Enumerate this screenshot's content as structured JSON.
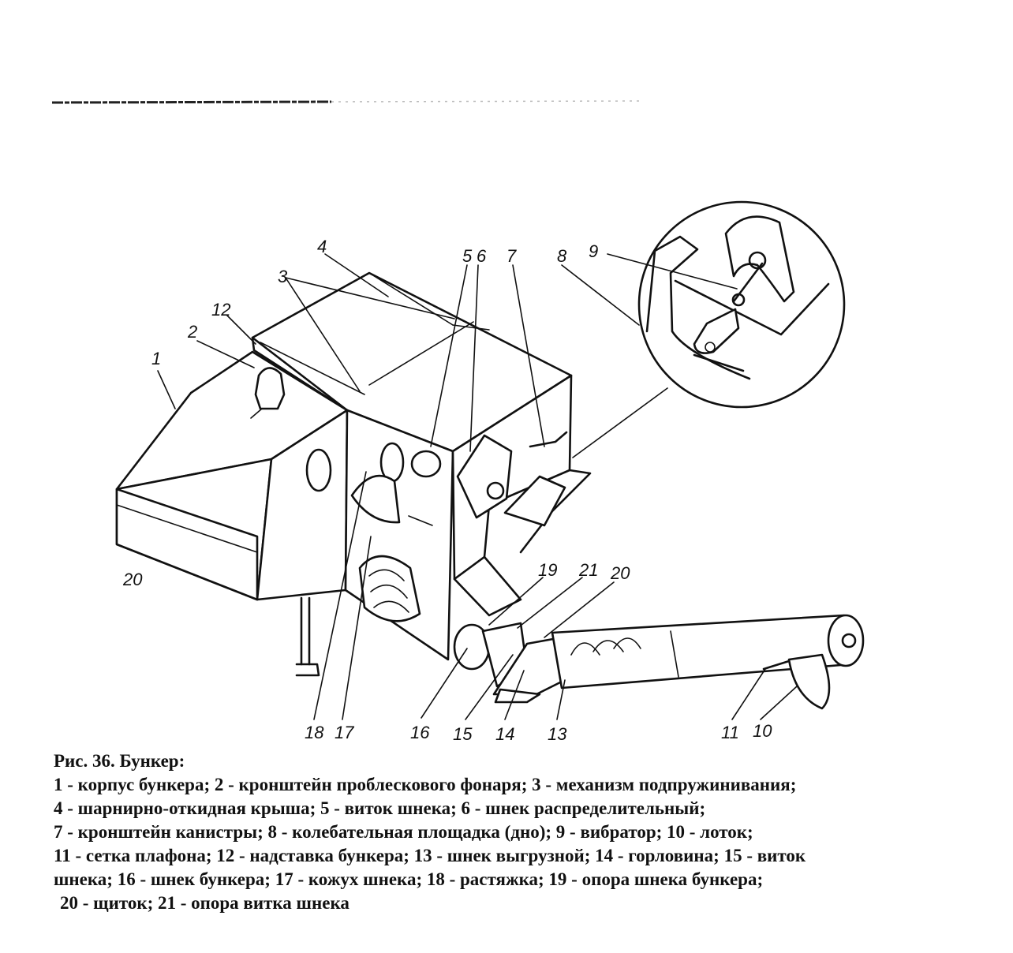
{
  "callouts": {
    "c1": "1",
    "c2": "2",
    "c3": "3",
    "c4": "4",
    "c5": "5",
    "c6": "6",
    "c7": "7",
    "c8": "8",
    "c9": "9",
    "c10": "10",
    "c11": "11",
    "c12": "12",
    "c13": "13",
    "c14": "14",
    "c15": "15",
    "c16": "16",
    "c17": "17",
    "c18": "18",
    "c19": "19",
    "c20a": "20",
    "c20b": "20",
    "c21": "21"
  },
  "caption": {
    "title": "Рис. 36. Бункер:",
    "line1": "1 - корпус бункера;  2 - кронштейн проблескового фонаря; 3 - механизм  подпружинивания;",
    "line2": "4 - шарнирно-откидная крыша;  5 - виток шнека;  6 - шнек распределительный;",
    "line3": "7 - кронштейн канистры;  8 - колебательная площадка (дно);  9 - вибратор;  10 - лоток;",
    "line4": "11 - сетка плафона; 12 - надставка бункера; 13 - шнек выгрузной;  14 - горловина;  15 - виток",
    "line5": "шнека;  16 - шнек бункера;  17 - кожух шнека;  18  - растяжка;  19 - опора шнека бункера;",
    "line6": "20 - щиток; 21 - опора витка шнека"
  }
}
